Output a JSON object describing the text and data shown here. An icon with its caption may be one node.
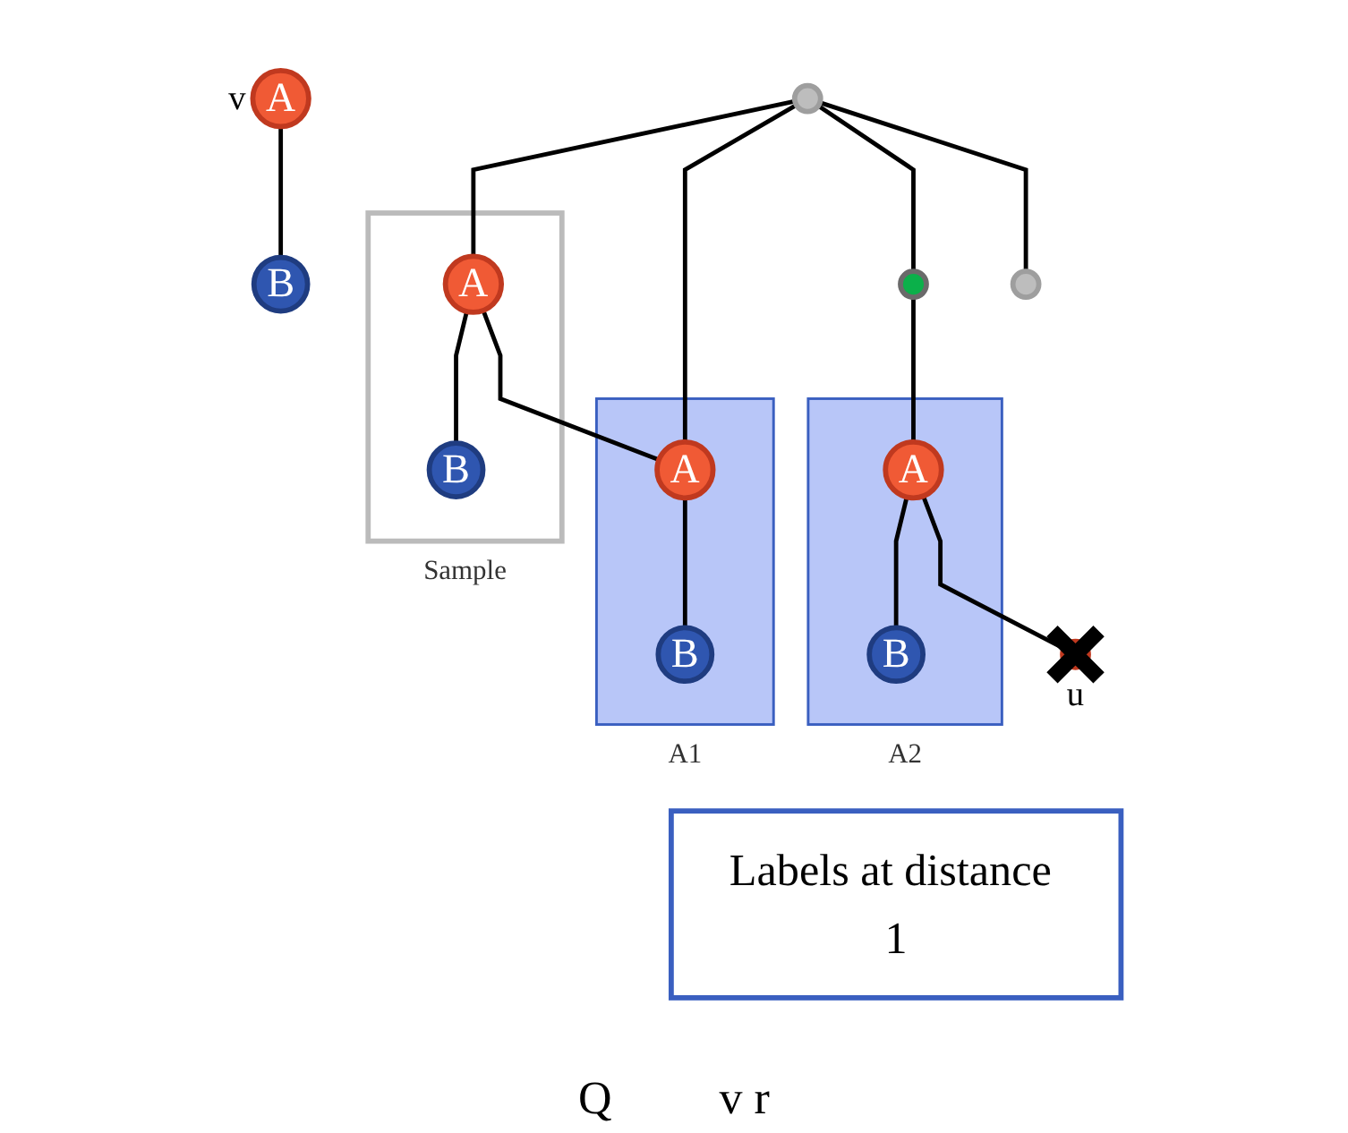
{
  "diagram": {
    "nodes": [
      {
        "text": [],
        "shape": "circle"
      },
      {
        "text": [
          "A"
        ],
        "beside": [
          "v"
        ]
      },
      {
        "text": [
          "B"
        ]
      },
      {
        "text": [
          "Sample"
        ]
      },
      {
        "text": [
          "A"
        ],
        "in": 3
      },
      {
        "text": [
          "B"
        ],
        "in": 3
      },
      {
        "text": [
          "A1"
        ]
      },
      {
        "text": [
          "A"
        ],
        "in": 6
      },
      {
        "text": [
          "B"
        ],
        "in": 6
      },
      {
        "text": [],
        "shape": "circle"
      },
      {
        "text": [],
        "shape": "circle"
      },
      {
        "text": [
          "A2"
        ]
      },
      {
        "text": [
          "A"
        ],
        "in": 11
      },
      {
        "text": [
          "B"
        ],
        "in": 11
      },
      {
        "text": [],
        "shape": "circle",
        "beside": [
          "u"
        ]
      },
      {
        "text": [
          "Labels at distance 1"
        ]
      }
    ],
    "edges": [
      {
        "from": 0,
        "to": 4,
        "arrow": "none"
      },
      {
        "from": 0,
        "to": 7,
        "arrow": "none"
      },
      {
        "from": 0,
        "to": 9,
        "arrow": "none"
      },
      {
        "from": 0,
        "to": 10,
        "arrow": "none"
      },
      {
        "from": 1,
        "to": 2,
        "arrow": "none"
      },
      {
        "from": 4,
        "to": 5,
        "arrow": "none"
      },
      {
        "from": 4,
        "to": 7,
        "arrow": "none"
      },
      {
        "from": 7,
        "to": 8,
        "arrow": "none"
      },
      {
        "from": 9,
        "to": 12,
        "arrow": "none"
      },
      {
        "from": 12,
        "to": 13,
        "arrow": "none"
      },
      {
        "from": 12,
        "to": 14,
        "arrow": "none"
      }
    ],
    "labels": [
      "Q",
      "v r"
    ]
  }
}
